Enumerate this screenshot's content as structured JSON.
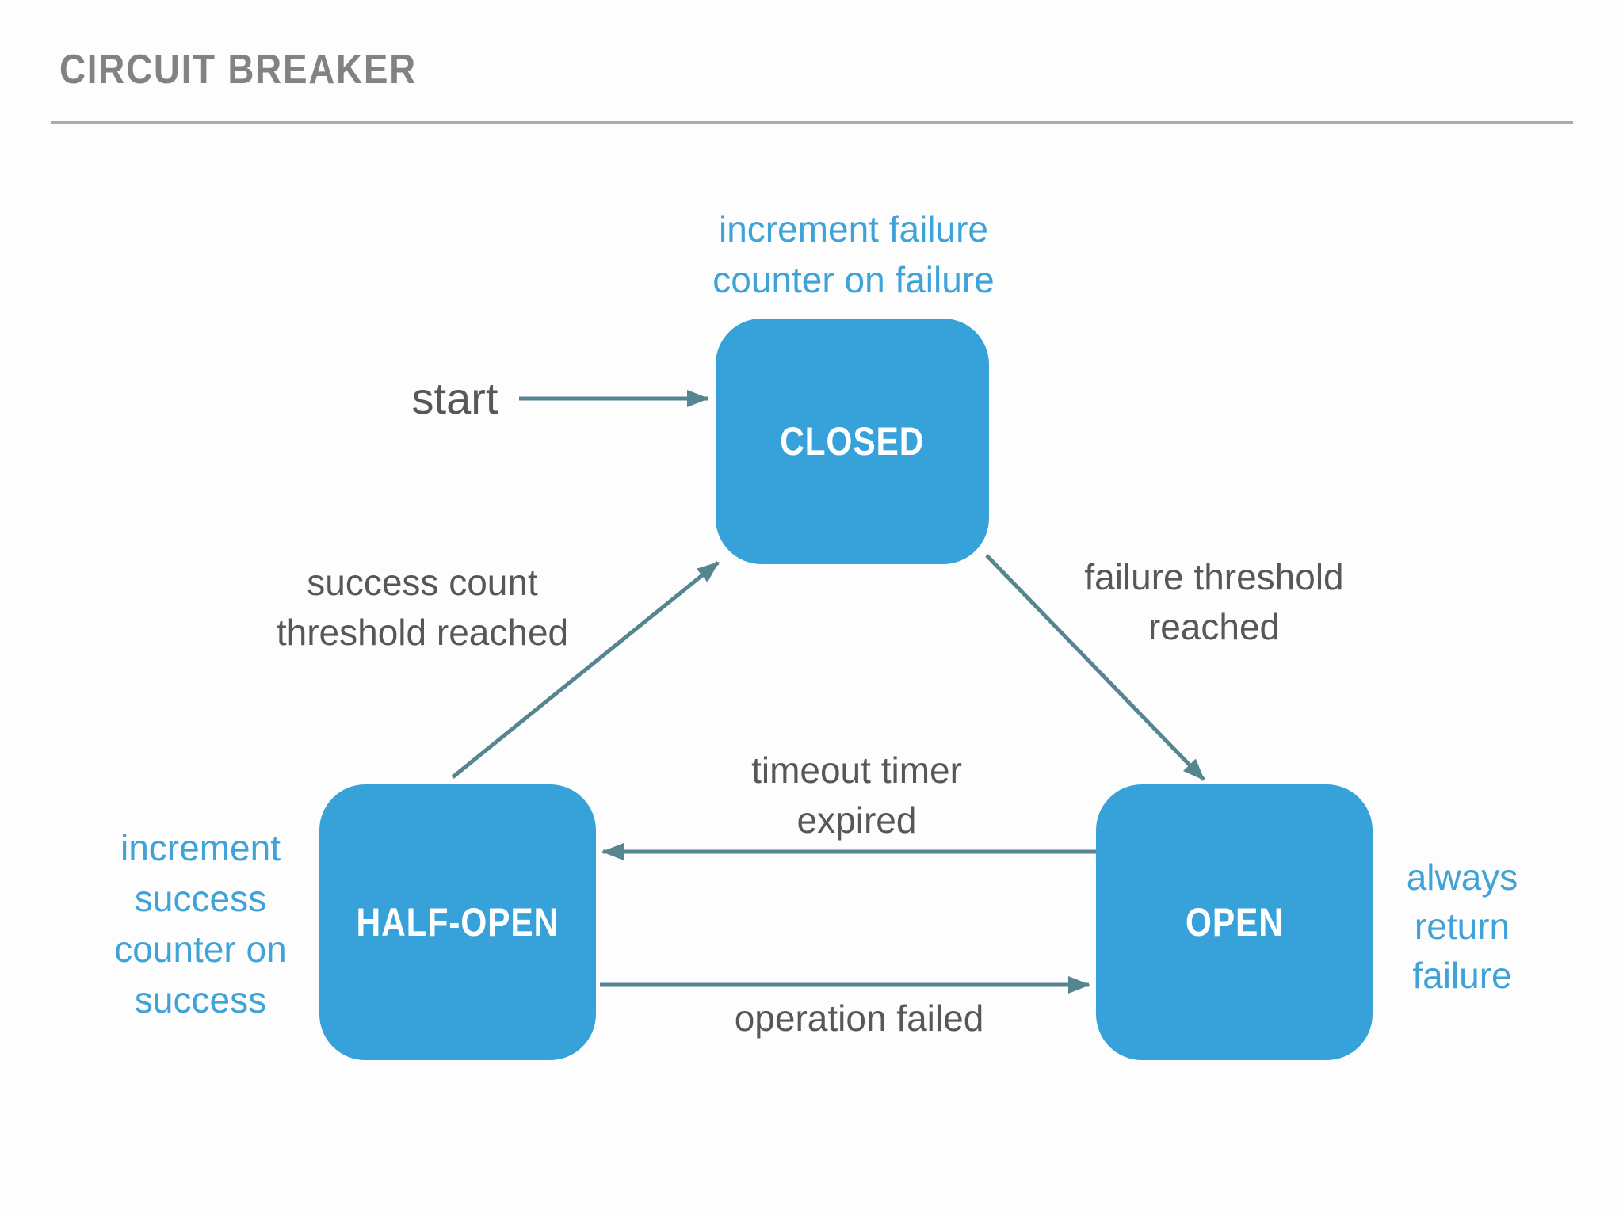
{
  "title": "CIRCUIT BREAKER",
  "colors": {
    "state_fill": "#36a2d9",
    "state_text": "#ffffff",
    "note_text": "#3fa3d8",
    "edge_arrow": "#55858e",
    "edge_label_text": "#56575a",
    "title_text": "#828282",
    "rule": "#ababab",
    "background": "#fdfdfd"
  },
  "states": {
    "closed": "CLOSED",
    "half_open": "HALF-OPEN",
    "open": "OPEN"
  },
  "notes": {
    "closed": {
      "line1": "increment failure",
      "line2": "counter on failure"
    },
    "half_open": {
      "line1": "increment",
      "line2": "success",
      "line3": "counter on",
      "line4": "success"
    },
    "open": {
      "line1": "always",
      "line2": "return",
      "line3": "failure"
    }
  },
  "edges": {
    "start": {
      "label": "start"
    },
    "half_open_to_closed": {
      "line1": "success count",
      "line2": "threshold reached"
    },
    "closed_to_open": {
      "line1": "failure threshold",
      "line2": "reached"
    },
    "open_to_half_open": {
      "line1": "timeout timer",
      "line2": "expired"
    },
    "half_open_to_open": {
      "label": "operation failed"
    }
  }
}
